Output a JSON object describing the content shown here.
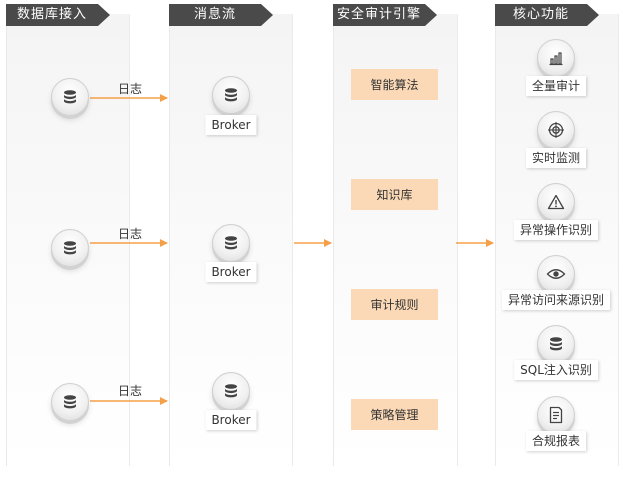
{
  "columns": {
    "db_access": "数据库接入",
    "message_stream": "消息流",
    "security_engine": "安全审计引擎",
    "core_functions": "核心功能"
  },
  "log_label": "日志",
  "broker_label": "Broker",
  "engine_items": [
    "智能算法",
    "知识库",
    "审计规则",
    "策略管理"
  ],
  "functions": [
    {
      "label": "全量审计",
      "icon": "bar-chart-icon"
    },
    {
      "label": "实时监测",
      "icon": "crosshair-icon"
    },
    {
      "label": "异常操作识别",
      "icon": "warning-icon"
    },
    {
      "label": "异常访问来源识别",
      "icon": "eye-icon"
    },
    {
      "label": "SQL注入识别",
      "icon": "database-icon"
    },
    {
      "label": "合规报表",
      "icon": "document-icon"
    }
  ],
  "colors": {
    "arrow": "#f5a048",
    "engine_box": "#fbd9b6",
    "header": "#4a4a4a"
  }
}
